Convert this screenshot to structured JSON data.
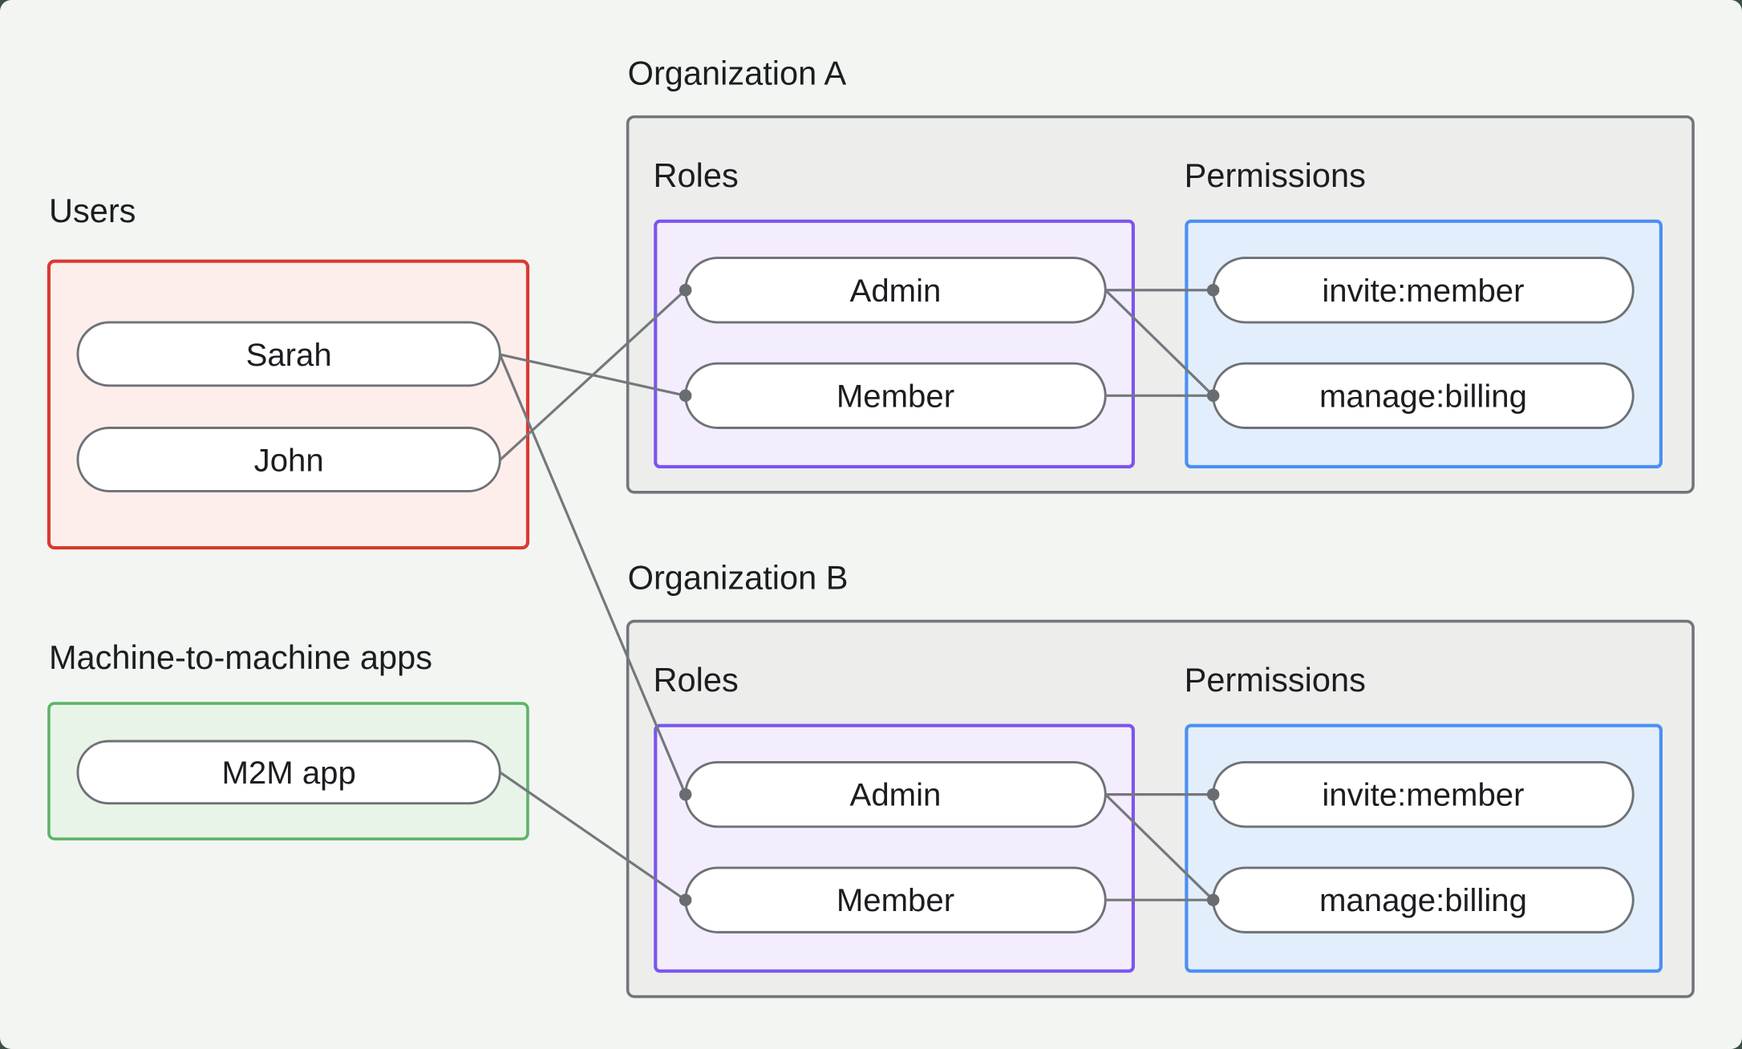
{
  "frame": {
    "outside_color": "#3a5243",
    "background": "#f3f5f2"
  },
  "users_group": {
    "label": "Users",
    "items": [
      "Sarah",
      "John"
    ],
    "border_color": "#d93a31",
    "fill_color": "#fdeeec"
  },
  "m2m_group": {
    "label": "Machine-to-machine apps",
    "items": [
      "M2M app"
    ],
    "border_color": "#5db469",
    "fill_color": "#e9f4e9"
  },
  "organizations": [
    {
      "title": "Organization A",
      "roles_label": "Roles",
      "permissions_label": "Permissions",
      "roles": [
        "Admin",
        "Member"
      ],
      "permissions": [
        "invite:member",
        "manage:billing"
      ]
    },
    {
      "title": "Organization B",
      "roles_label": "Roles",
      "permissions_label": "Permissions",
      "roles": [
        "Admin",
        "Member"
      ],
      "permissions": [
        "invite:member",
        "manage:billing"
      ]
    }
  ],
  "connections": [
    {
      "from": "user-sarah",
      "to": "orgA-role-member"
    },
    {
      "from": "user-john",
      "to": "orgA-role-admin"
    },
    {
      "from": "user-sarah",
      "to": "orgB-role-admin"
    },
    {
      "from": "m2m-app",
      "to": "orgB-role-member"
    },
    {
      "from": "orgA-role-admin",
      "to": "orgA-perm-invite"
    },
    {
      "from": "orgA-role-admin",
      "to": "orgA-perm-billing"
    },
    {
      "from": "orgA-role-member",
      "to": "orgA-perm-billing"
    },
    {
      "from": "orgB-role-admin",
      "to": "orgB-perm-invite"
    },
    {
      "from": "orgB-role-admin",
      "to": "orgB-perm-billing"
    },
    {
      "from": "orgB-role-member",
      "to": "orgB-perm-billing"
    }
  ],
  "colors": {
    "org_box_fill": "#ededec",
    "org_box_border": "#71767a",
    "roles_box_fill": "#f4edfd",
    "roles_box_border": "#7b55f0",
    "permissions_box_fill": "#e2eefb",
    "permissions_box_border": "#4a8ff5",
    "pill_fill": "#ffffff",
    "pill_border": "#6e7276",
    "connector_line": "#74787c",
    "connector_dot": "#696d71",
    "text": "#1b1d20"
  }
}
